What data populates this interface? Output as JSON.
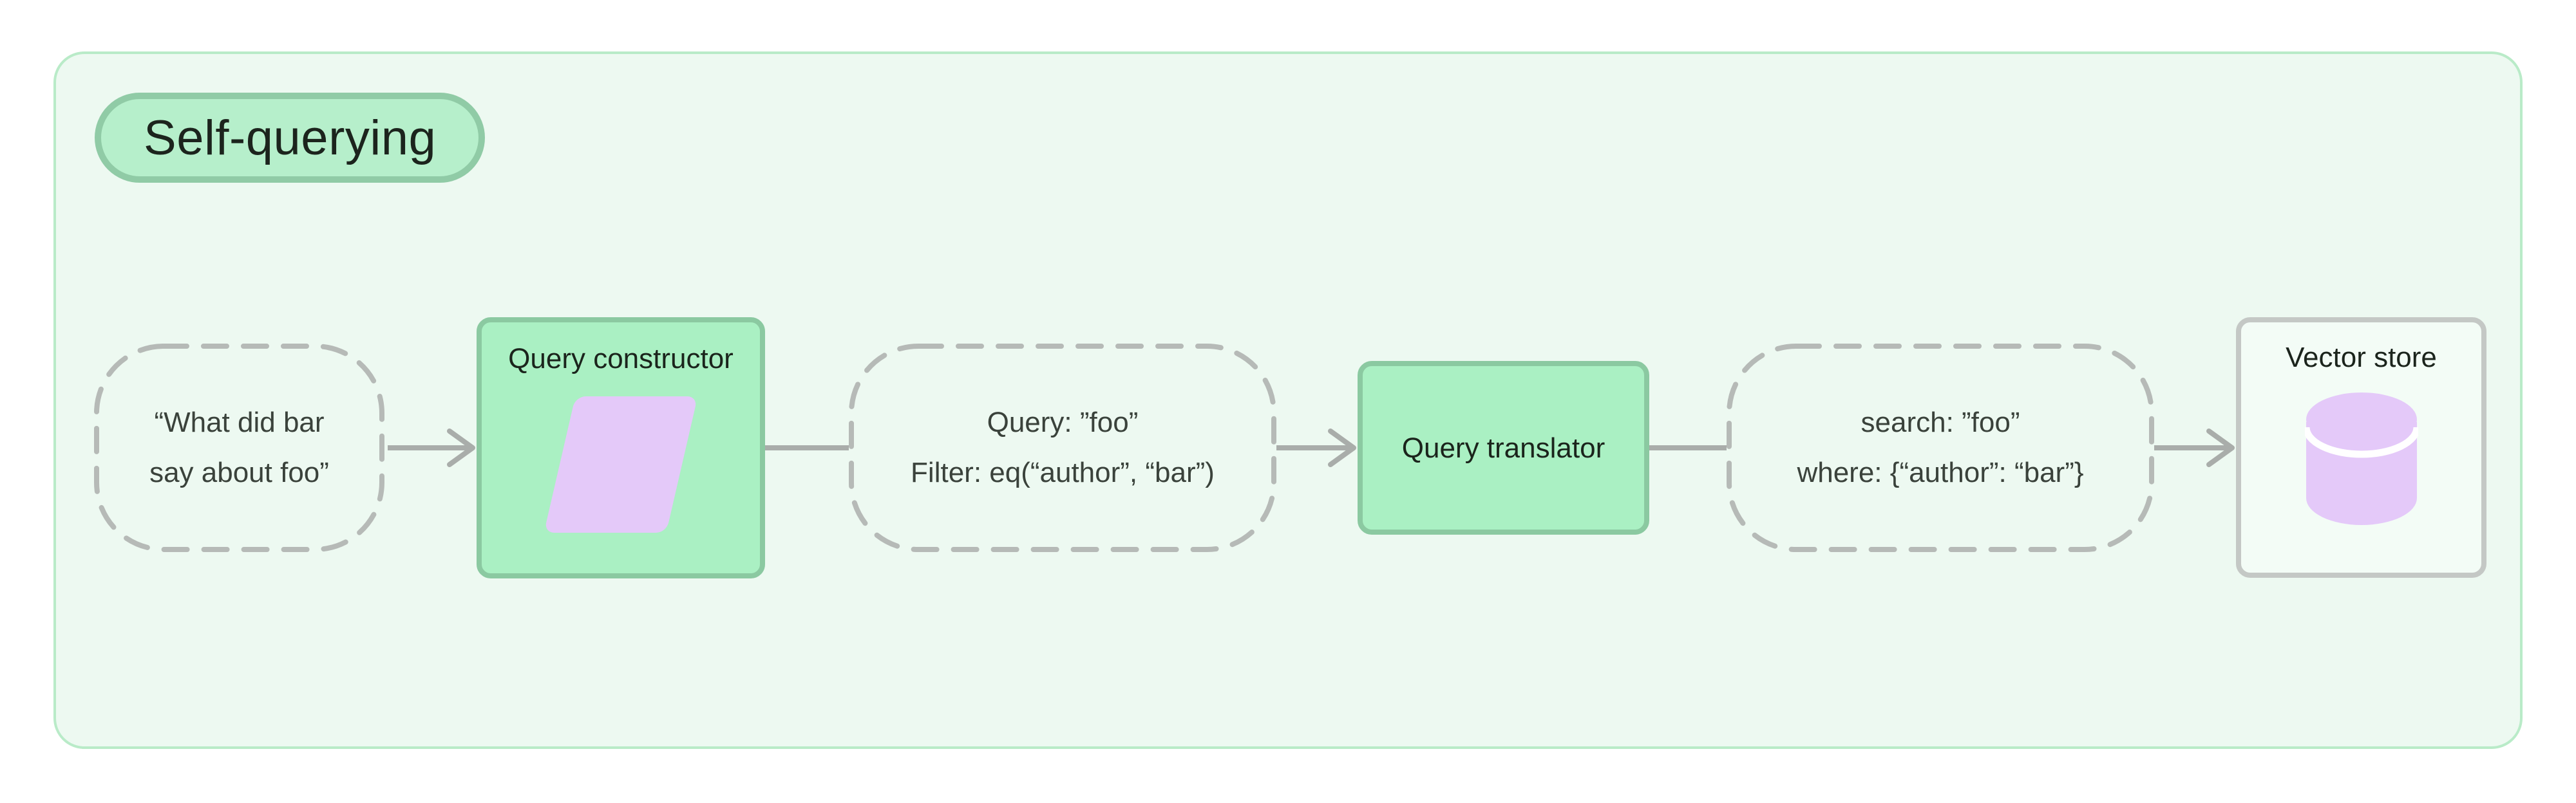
{
  "title_badge": {
    "label": "Self-querying"
  },
  "nodes": {
    "input_query": {
      "line1": "“What did bar",
      "line2": "say about foo”"
    },
    "query_constructor": {
      "label": "Query constructor"
    },
    "structured_query": {
      "line1": "Query: ”foo”",
      "line2": "Filter: eq(“author”, “bar”)"
    },
    "query_translator": {
      "label": "Query translator"
    },
    "translated_query": {
      "line1": "search: ”foo”",
      "line2": "where: {“author”: “bar”}"
    },
    "vector_store": {
      "label": "Vector store"
    }
  },
  "icons": {
    "query_constructor_icon": "parallelogram-icon",
    "vector_store_icon": "database-cylinder-icon"
  },
  "colors": {
    "page_bg": "#ffffff",
    "card_bg": "#edf9f1",
    "card_border": "#b9ebc8",
    "badge_bg": "#b6efcb",
    "badge_border": "#90cba6",
    "green_node_bg": "#aaf0c3",
    "green_node_border": "#8bc9a1",
    "dashed_node_border": "#b6bab7",
    "outline_node_border": "#c4c8c5",
    "outline_node_bg": "#f3fcf6",
    "connector_gray": "#a9adaa",
    "accent_purple": "#e4c9f9",
    "badge_text": "#1c241d",
    "node_text": "#3a423b"
  }
}
